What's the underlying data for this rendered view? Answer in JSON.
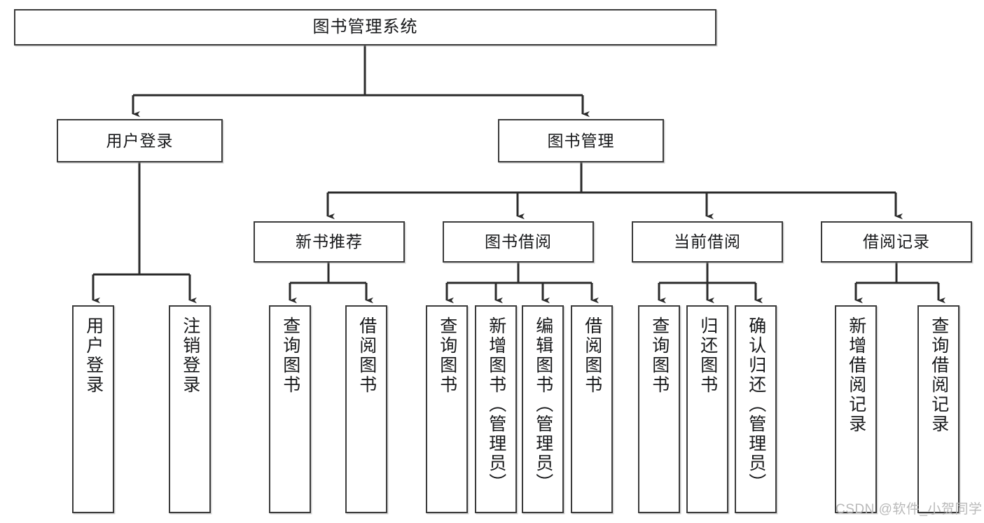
{
  "diagram": {
    "title": "图书管理系统",
    "type": "tree-hierarchy-chart",
    "watermark": "CSDN @软件_小贺同学",
    "colors": {
      "background": "#ffffff",
      "box_border": "#3b3b3b",
      "connector": "#2b2b2b",
      "text": "#17181a",
      "watermark": "#b9b9b9"
    },
    "levels": {
      "root": {
        "label": "图书管理系统"
      },
      "level2": [
        {
          "label": "用户登录"
        },
        {
          "label": "图书管理"
        }
      ],
      "level3": [
        {
          "label": "新书推荐"
        },
        {
          "label": "图书借阅"
        },
        {
          "label": "当前借阅"
        },
        {
          "label": "借阅记录"
        }
      ],
      "leaves": {
        "user_login": [
          {
            "label": "用户登录"
          },
          {
            "label": "注销登录"
          }
        ],
        "new_book_recommend": [
          {
            "label": "查询图书"
          },
          {
            "label": "借阅图书"
          }
        ],
        "book_borrow": [
          {
            "label": "查询图书"
          },
          {
            "label": "新增图书（管理员）"
          },
          {
            "label": "编辑图书（管理员）"
          },
          {
            "label": "借阅图书"
          }
        ],
        "current_borrow": [
          {
            "label": "查询图书"
          },
          {
            "label": "归还图书"
          },
          {
            "label": "确认归还（管理员）"
          }
        ],
        "borrow_record": [
          {
            "label": "新增借阅记录"
          },
          {
            "label": "查询借阅记录"
          }
        ]
      }
    }
  }
}
